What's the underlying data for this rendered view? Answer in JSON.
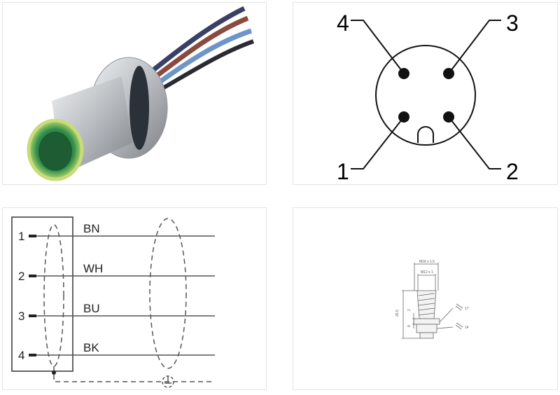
{
  "pinout": {
    "pins": [
      "1",
      "2",
      "3",
      "4"
    ]
  },
  "wiring": {
    "pins": [
      "1",
      "2",
      "3",
      "4"
    ],
    "wires": [
      "BN",
      "WH",
      "BU",
      "BK"
    ]
  },
  "dimensions": {
    "outer_thread": "M16 x 1.5",
    "inner_thread": "M12 x 1",
    "height": "26.5",
    "dim_a": "2",
    "dim_b": "8",
    "wrench_1": "17",
    "wrench_2": "14"
  }
}
